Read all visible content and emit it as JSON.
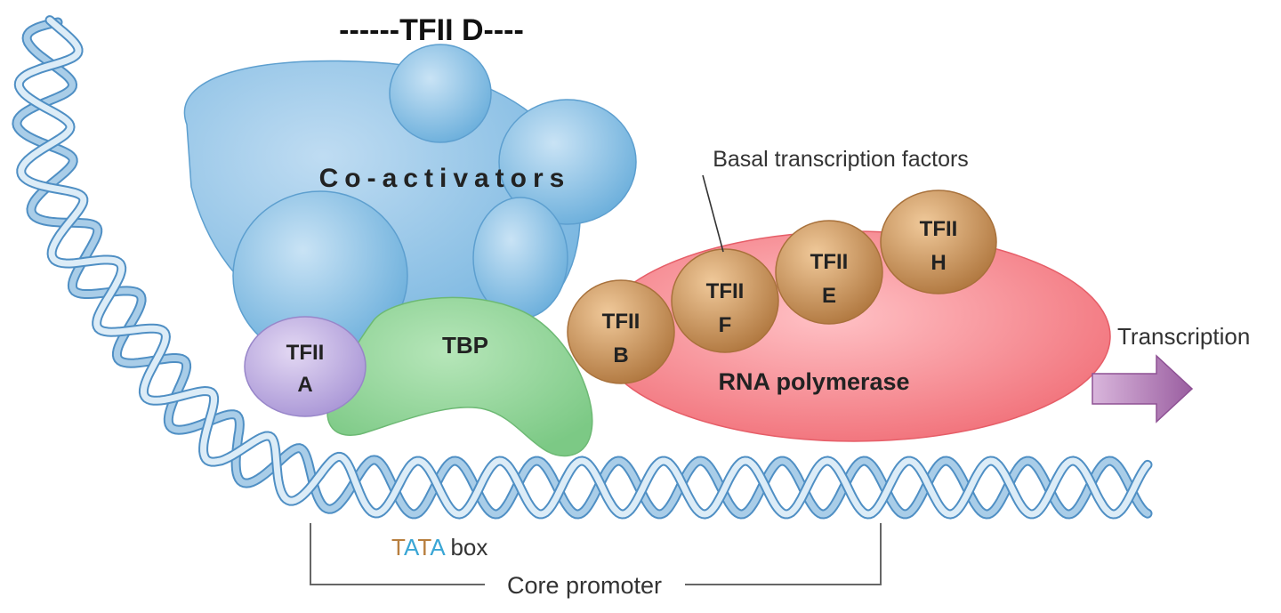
{
  "title": "------TFII D----",
  "labels": {
    "coactivators": "Co-activators",
    "basal": "Basal transcription factors",
    "tbp": "TBP",
    "rna_polymerase": "RNA polymerase",
    "transcription": "Transcription",
    "tata_t1": "T",
    "tata_a1": "A",
    "tata_t2": "T",
    "tata_a2": "A",
    "box": " box",
    "core_promoter": "Core promoter"
  },
  "factors": {
    "tfiia": {
      "line1": "TFII",
      "line2": "A"
    },
    "tfiib": {
      "line1": "TFII",
      "line2": "B"
    },
    "tfiif": {
      "line1": "TFII",
      "line2": "F"
    },
    "tfiie": {
      "line1": "TFII",
      "line2": "E"
    },
    "tfiih": {
      "line1": "TFII",
      "line2": "H"
    }
  },
  "colors": {
    "coactivator": "#86bde2",
    "tbp": "#8fd396",
    "tfiia": "#bfaee0",
    "factor": "#c68f55",
    "polymerase": "#f47f86",
    "dna": "#a9cde8",
    "arrow": "#b27bb5",
    "tata_brown": "#b87e3e",
    "tata_blue": "#3aa6d5"
  }
}
